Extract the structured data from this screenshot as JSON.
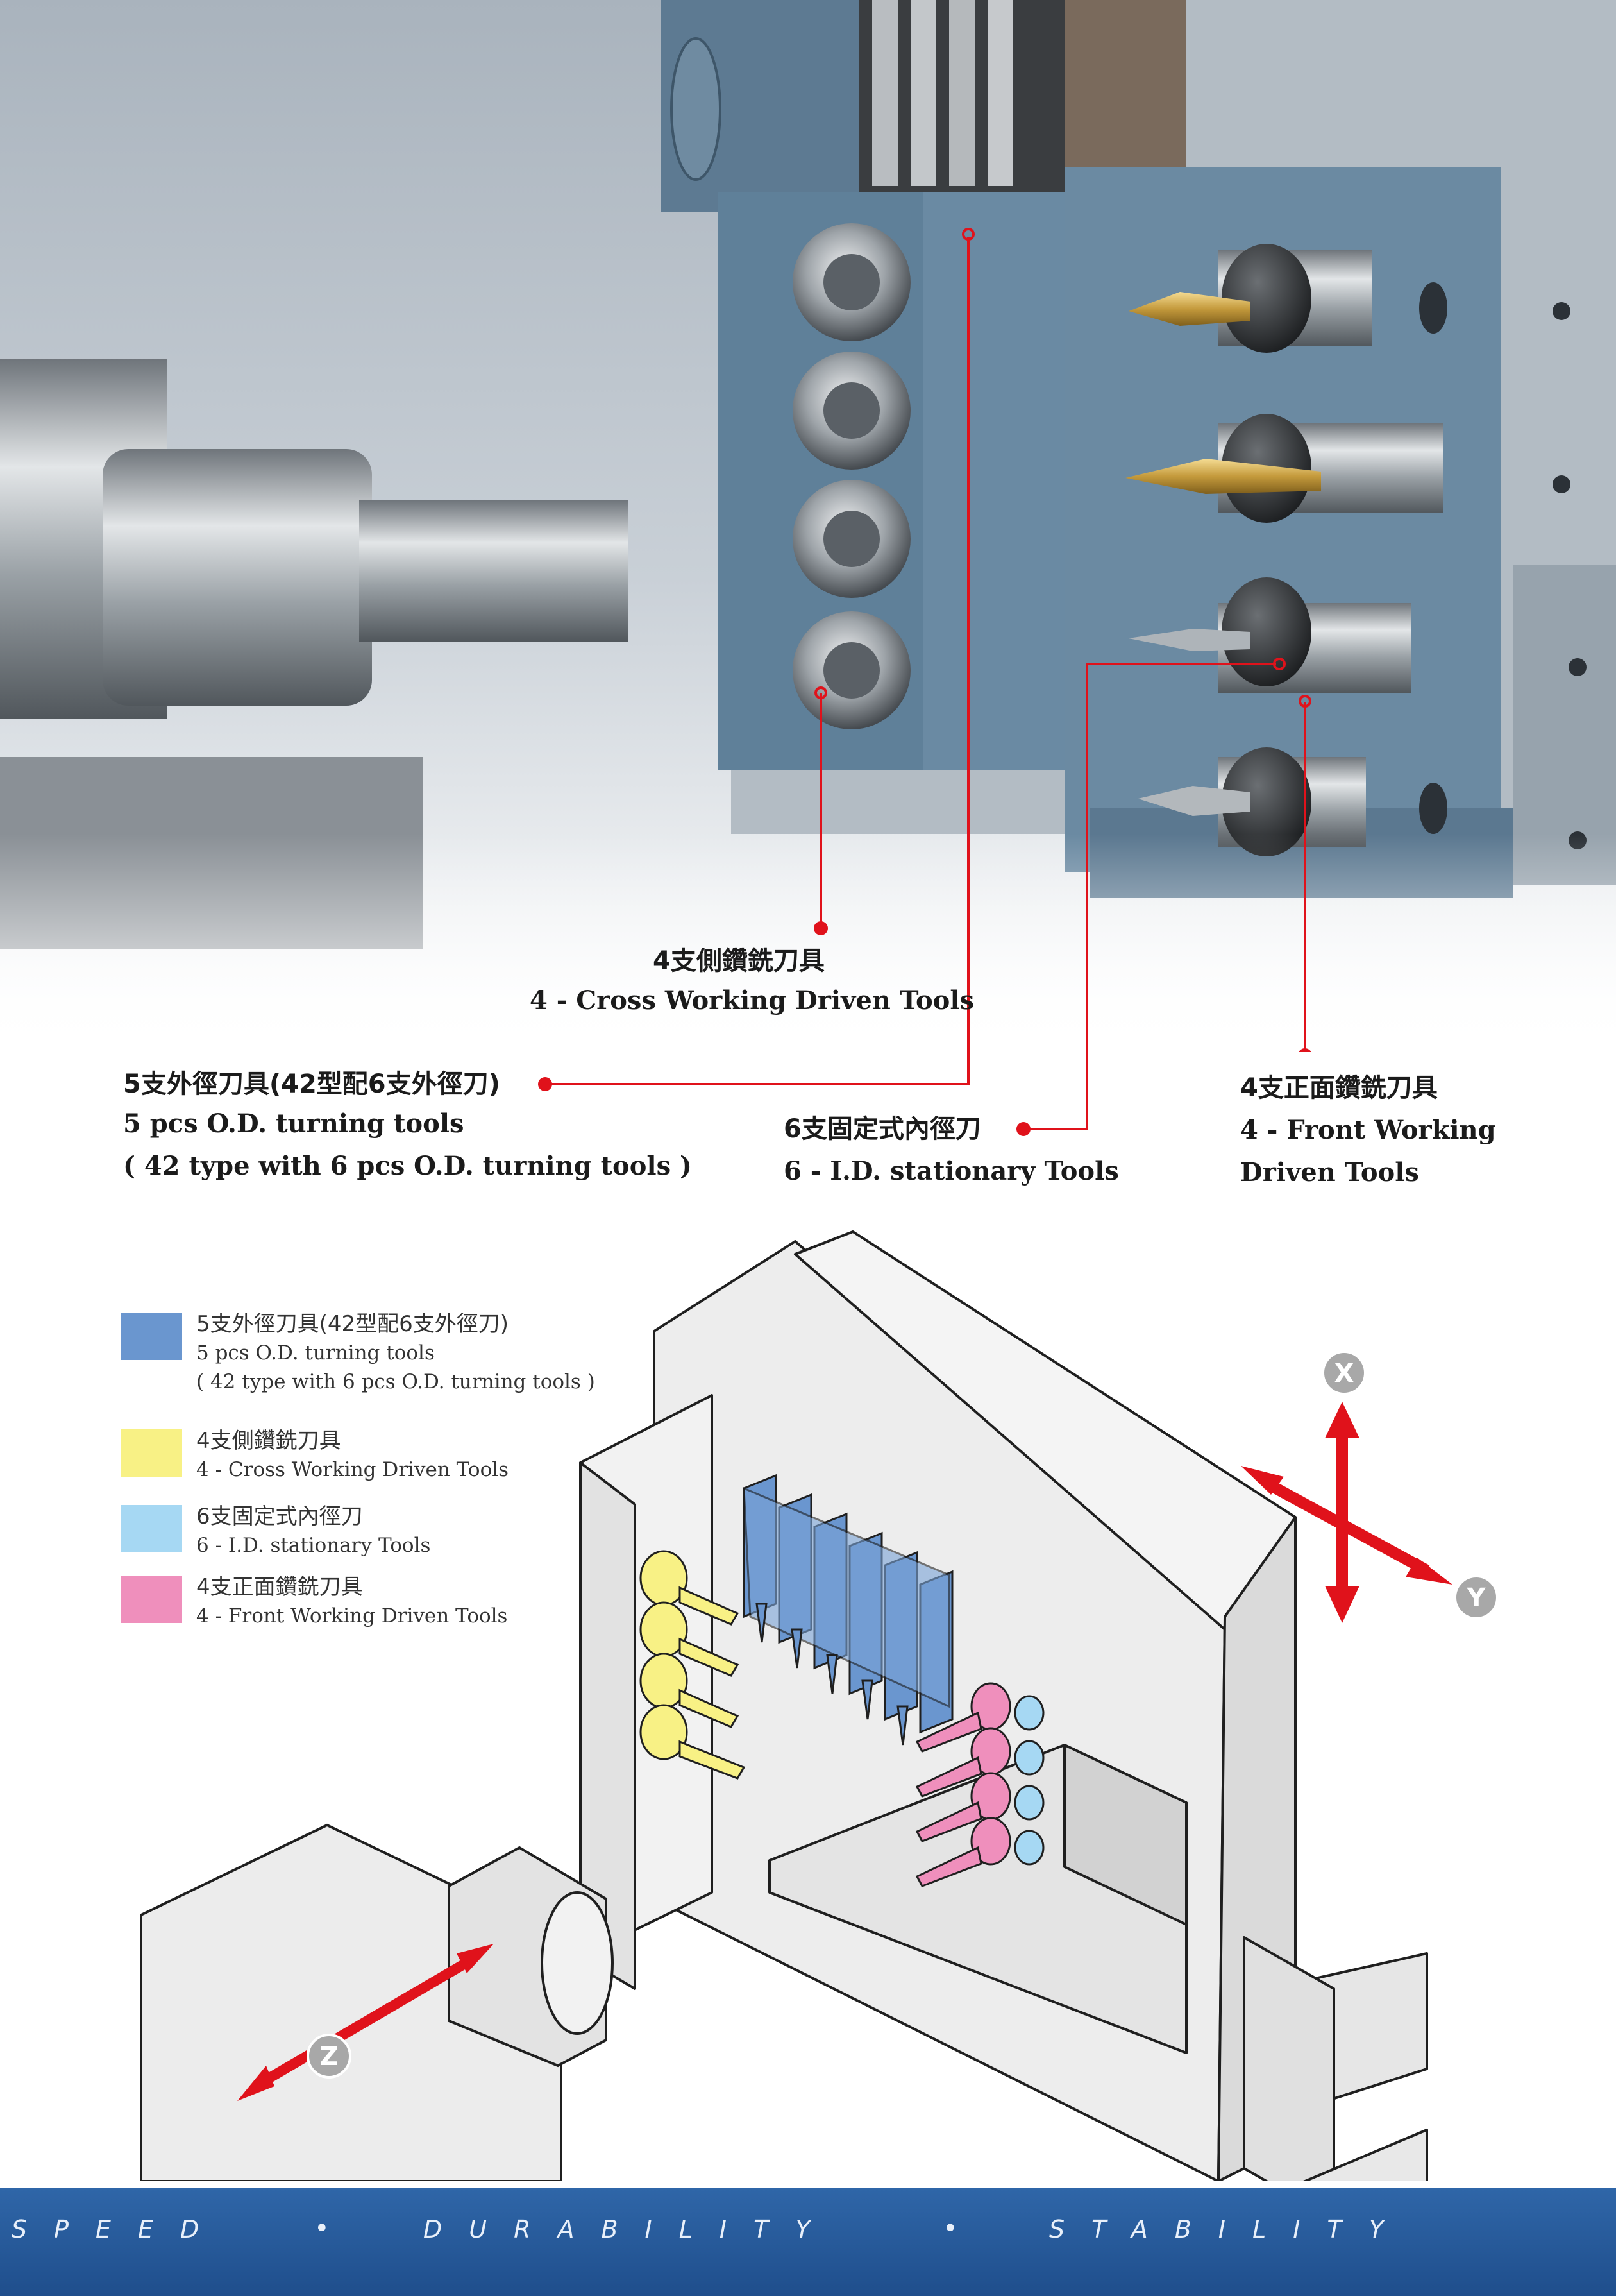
{
  "callouts": {
    "cross_tools": {
      "zh": "4支側鑽銑刀具",
      "en": "4 - Cross Working Driven Tools"
    },
    "od_tools": {
      "zh": "5支外徑刀具(42型配6支外徑刀)",
      "en1": "5 pcs O.D. turning tools",
      "en2": "( 42 type with 6 pcs O.D. turning tools )"
    },
    "id_tools": {
      "zh": "6支固定式內徑刀",
      "en": "6 - I.D. stationary Tools"
    },
    "front_tools": {
      "zh": "4支正面鑽銑刀具",
      "en1": "4 - Front Working",
      "en2": "Driven Tools"
    }
  },
  "legend": [
    {
      "zh": "5支外徑刀具(42型配6支外徑刀)",
      "en1": "5 pcs O.D. turning tools",
      "en2": "( 42 type with 6 pcs O.D. turning tools )",
      "color": "#6a96cf"
    },
    {
      "zh": "4支側鑽銑刀具",
      "en1": "4 - Cross Working Driven Tools",
      "color": "#f8f185"
    },
    {
      "zh": "6支固定式內徑刀",
      "en1": "6 - I.D. stationary Tools",
      "color": "#a6d8f3"
    },
    {
      "zh": "4支正面鑽銑刀具",
      "en1": "4 - Front Working Driven Tools",
      "color": "#ef8fbc"
    }
  ],
  "axes": {
    "x": "X",
    "y": "Y",
    "z": "Z"
  },
  "colors": {
    "accent_red": "#e0121b",
    "footer_blue": "#2a5c9e",
    "od_blue": "#6a96cf",
    "cross_yellow": "#f8f185",
    "id_lightblue": "#a6d8f3",
    "front_pink": "#ef8fbc"
  },
  "footer": {
    "word1": "SPEED",
    "word2": "DURABILITY",
    "word3": "STABILITY",
    "separator": "•"
  }
}
